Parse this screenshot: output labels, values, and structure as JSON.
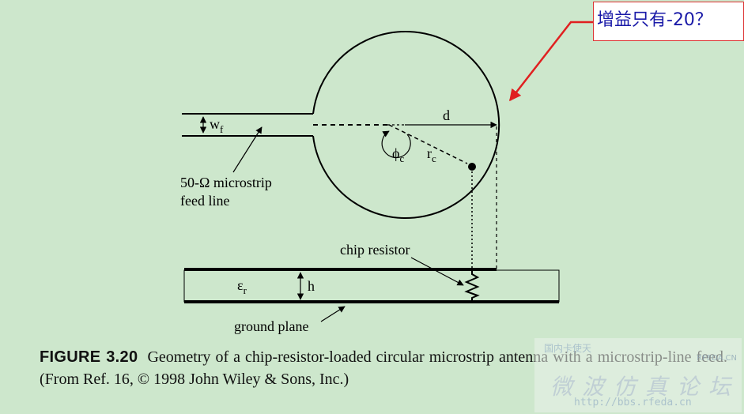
{
  "annotation": {
    "text": "增益只有-20？",
    "color": "#1a1aa8",
    "arrow_color": "#e02020"
  },
  "diagram": {
    "labels": {
      "wf_main": "w",
      "wf_sub": "f",
      "d": "d",
      "phi_main": "ϕ",
      "phi_sub": "c",
      "rc_main": "r",
      "rc_sub": "c",
      "feed_line_1": "50-Ω microstrip",
      "feed_line_2": "feed line",
      "chip_resistor": "chip resistor",
      "eps_main": "ε",
      "eps_sub": "r",
      "h": "h",
      "ground_plane": "ground plane"
    }
  },
  "caption": {
    "figure_label": "FIGURE 3.20",
    "text": "Geometry of a chip-resistor-loaded circular microstrip antenna with a microstrip-line feed. (From Ref. 16, © 1998 John Wiley & Sons, Inc.)"
  },
  "watermark": {
    "top": "国内卡使天",
    "site": "RFEDA.CN",
    "title": "微波仿真论坛",
    "url": "http://bbs.rfeda.cn"
  },
  "colors": {
    "background": "#cde7cc",
    "line": "#000000"
  }
}
